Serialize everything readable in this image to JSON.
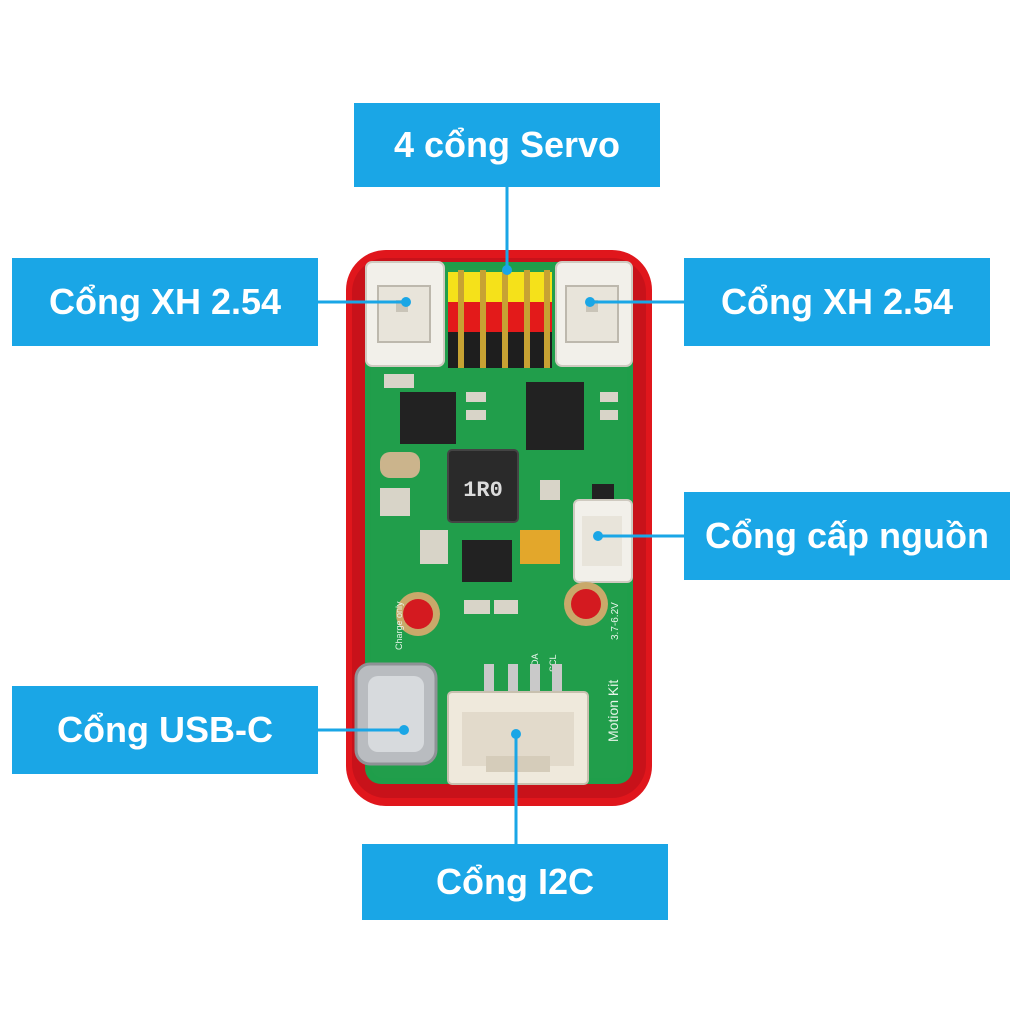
{
  "labels": {
    "servo": "4 cổng Servo",
    "xh_left": "Cổng XH 2.54",
    "xh_right": "Cổng XH 2.54",
    "power": "Cổng cấp nguồn",
    "usb_c": "Cổng USB-C",
    "i2c": "Cổng I2C"
  },
  "board": {
    "inductor_marking": "1R0",
    "silkscreen_charge": "Charge only",
    "silkscreen_kit": "Motion Kit",
    "silkscreen_voltage": "3.7-6.2V",
    "silkscreen_sda": "SDA",
    "silkscreen_scl": "SCL"
  },
  "colors": {
    "label_bg": "#1aa6e6",
    "label_text": "#ffffff",
    "case": "#e0161c",
    "pcb": "#1f9e4a",
    "connector": "#f2f0ea"
  }
}
